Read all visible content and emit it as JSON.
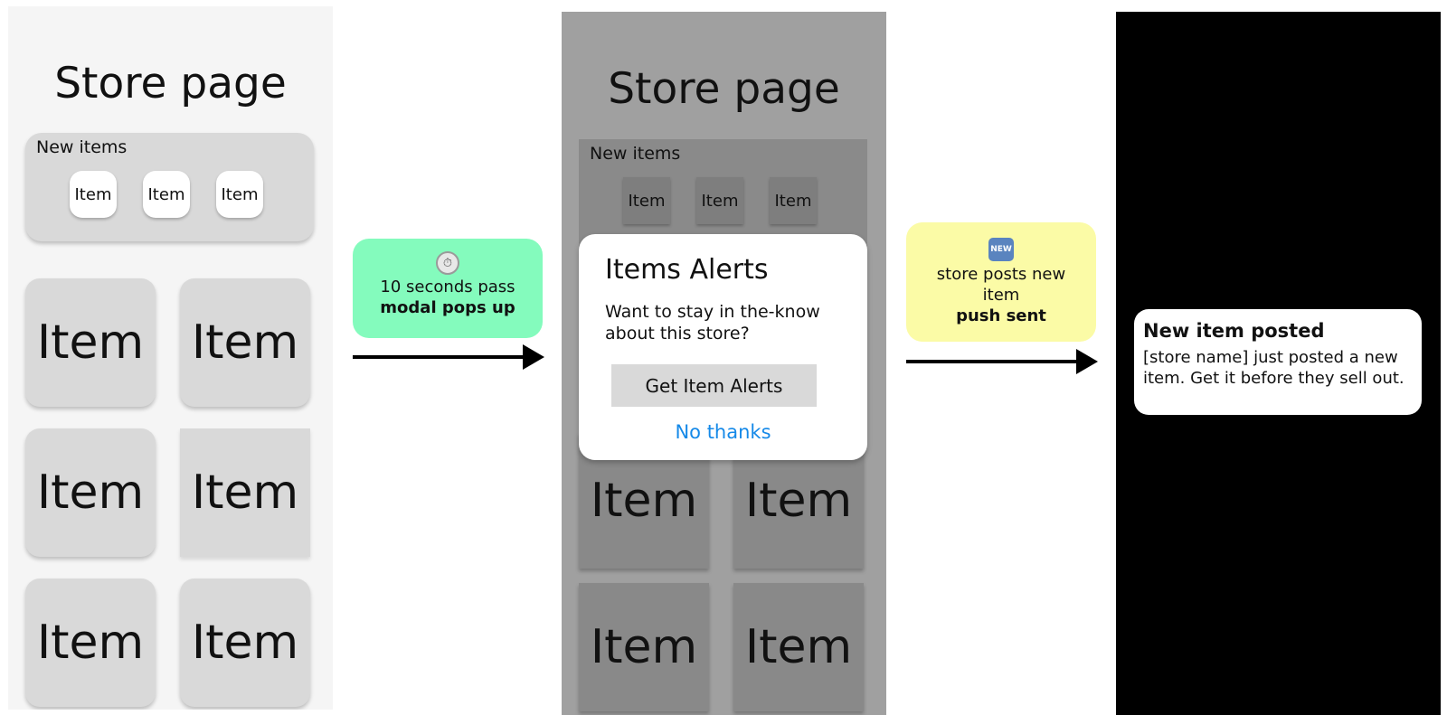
{
  "screen1": {
    "title": "Store page",
    "new_items": {
      "label": "New items",
      "chips": [
        "Item",
        "Item",
        "Item"
      ]
    },
    "grid": [
      "Item",
      "Item",
      "Item",
      "Item",
      "Item",
      "Item"
    ]
  },
  "step1": {
    "icon": "stopwatch-icon",
    "glyph": "⏱",
    "line1": "10 seconds pass",
    "bold": "modal pops up"
  },
  "screen2": {
    "title": "Store page",
    "new_items": {
      "label": "New items",
      "chips": [
        "Item",
        "Item",
        "Item"
      ]
    },
    "grid": [
      "Item",
      "Item",
      "Item",
      "Item"
    ],
    "modal": {
      "title": "Items Alerts",
      "body": "Want to stay in the-know about this store?",
      "primary": "Get Item Alerts",
      "secondary": "No thanks"
    }
  },
  "step2": {
    "icon": "new-badge-icon",
    "glyph": "NEW",
    "line1": "store posts new item",
    "bold": "push sent"
  },
  "screen3": {
    "notification": {
      "title": "New item posted",
      "body": "[store name] just posted a new item. Get it before they sell out."
    }
  },
  "colors": {
    "note_green": "#84fbbd",
    "note_yellow": "#fbfba6",
    "link_blue": "#1589e8"
  }
}
